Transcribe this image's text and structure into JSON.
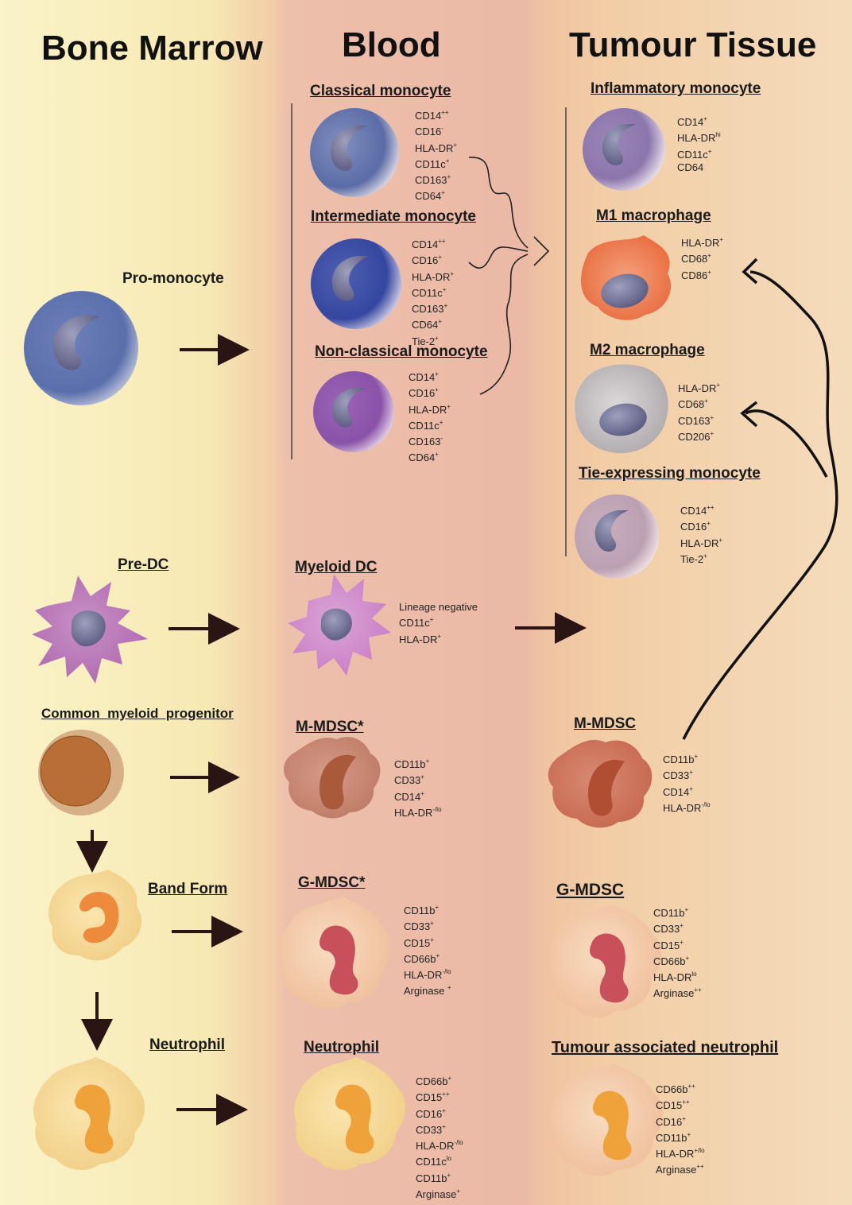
{
  "zones": {
    "bone_marrow": "Bone Marrow",
    "blood": "Blood",
    "tumour": "Tumour Tissue"
  },
  "cells": {
    "classical_monocyte": {
      "label": "Classical monocyte",
      "markers": [
        [
          "CD14",
          "++"
        ],
        [
          "CD16",
          "-"
        ],
        [
          "HLA-DR",
          "+"
        ],
        [
          "CD11c",
          "+"
        ],
        [
          "CD163",
          "+"
        ],
        [
          "CD64",
          "+"
        ]
      ]
    },
    "intermediate_monocyte": {
      "label": "Intermediate monocyte",
      "markers": [
        [
          "CD14",
          "++"
        ],
        [
          "CD16",
          "+"
        ],
        [
          "HLA-DR",
          "+"
        ],
        [
          "CD11c",
          "+"
        ],
        [
          "CD163",
          "+"
        ],
        [
          "CD64",
          "+"
        ],
        [
          "Tie-2",
          "+"
        ]
      ]
    },
    "nonclassical_monocyte": {
      "label": "Non-classical monocyte",
      "markers": [
        [
          "CD14",
          "+"
        ],
        [
          "CD16",
          "+"
        ],
        [
          "HLA-DR",
          "+"
        ],
        [
          "CD11c",
          "+"
        ],
        [
          "CD163",
          "-"
        ],
        [
          "CD64",
          "+"
        ]
      ]
    },
    "inflammatory_monocyte": {
      "label": "Inflammatory monocyte",
      "markers": [
        [
          "CD14",
          "+"
        ],
        [
          "HLA-DR",
          "hi"
        ],
        [
          "CD11c",
          "+"
        ],
        [
          "CD64",
          ""
        ]
      ]
    },
    "m1_macrophage": {
      "label": "M1 macrophage",
      "markers": [
        [
          "HLA-DR",
          "+"
        ],
        [
          "CD68",
          "+"
        ],
        [
          "CD86",
          "+"
        ]
      ]
    },
    "m2_macrophage": {
      "label": "M2 macrophage",
      "markers": [
        [
          "HLA-DR",
          "+"
        ],
        [
          "CD68",
          "+"
        ],
        [
          "CD163",
          "+"
        ],
        [
          "CD206",
          "+"
        ]
      ]
    },
    "tie_monocyte": {
      "label": "Tie-expressing monocyte",
      "markers": [
        [
          "CD14",
          "++"
        ],
        [
          "CD16",
          "+"
        ],
        [
          "HLA-DR",
          "+"
        ],
        [
          "Tie-2",
          "+"
        ]
      ]
    },
    "pro_monocyte": {
      "label": "Pro-monocyte"
    },
    "pre_dc": {
      "label": "Pre-DC"
    },
    "myeloid_dc": {
      "label": "Myeloid DC",
      "markers": [
        [
          "Lineage negative",
          ""
        ],
        [
          "CD11c",
          "+"
        ],
        [
          "HLA-DR",
          "+"
        ]
      ]
    },
    "cmp": {
      "label": "Common  myeloid  progenitor"
    },
    "m_mdsc_blood": {
      "label": "M-MDSC*",
      "markers": [
        [
          "CD11b",
          "+"
        ],
        [
          "CD33",
          "+"
        ],
        [
          "CD14",
          "+"
        ],
        [
          "HLA-DR",
          "-/lo"
        ]
      ]
    },
    "m_mdsc_tumour": {
      "label": "M-MDSC",
      "markers": [
        [
          "CD11b",
          "+"
        ],
        [
          "CD33",
          "+"
        ],
        [
          "CD14",
          "+"
        ],
        [
          "HLA-DR",
          "-/lo"
        ]
      ]
    },
    "band_form": {
      "label": "Band Form"
    },
    "g_mdsc_blood": {
      "label": "G-MDSC*",
      "markers": [
        [
          "CD11b",
          "+"
        ],
        [
          "CD33",
          "+"
        ],
        [
          "CD15",
          "+"
        ],
        [
          "CD66b",
          "+"
        ],
        [
          "HLA-DR",
          "-/lo"
        ],
        [
          "Arginase ",
          "+"
        ]
      ]
    },
    "g_mdsc_tumour": {
      "label": "G-MDSC",
      "markers": [
        [
          "CD11b",
          "+"
        ],
        [
          "CD33",
          "+"
        ],
        [
          "CD15",
          "+"
        ],
        [
          "CD66b",
          "+"
        ],
        [
          "HLA-DR",
          "lo"
        ],
        [
          "Arginase",
          "++"
        ]
      ]
    },
    "neutrophil_bm": {
      "label": "Neutrophil"
    },
    "neutrophil_blood": {
      "label": "Neutrophil",
      "markers": [
        [
          "CD66b",
          "+"
        ],
        [
          "CD15",
          "++"
        ],
        [
          "CD16",
          "+"
        ],
        [
          "CD33",
          "+"
        ],
        [
          "HLA-DR",
          "-/lo"
        ],
        [
          "CD11c",
          "lo"
        ],
        [
          "CD11b",
          "+"
        ],
        [
          "Arginase",
          "+"
        ]
      ]
    },
    "tan": {
      "label": "Tumour associated neutrophil",
      "markers": [
        [
          "CD66b",
          "++"
        ],
        [
          "CD15",
          "++"
        ],
        [
          "CD16",
          "+"
        ],
        [
          "CD11b",
          "+"
        ],
        [
          "HLA-DR",
          "+/lo"
        ],
        [
          "Arginase",
          "++"
        ]
      ]
    }
  },
  "colors": {
    "title": "#111111",
    "arrow": "#2a1414",
    "monocyte_blue": "#5a6ea8",
    "m1_orange": "#e9774a",
    "mdsc_red": "#c9644f",
    "neutrophil_orange": "#f0a23a"
  }
}
